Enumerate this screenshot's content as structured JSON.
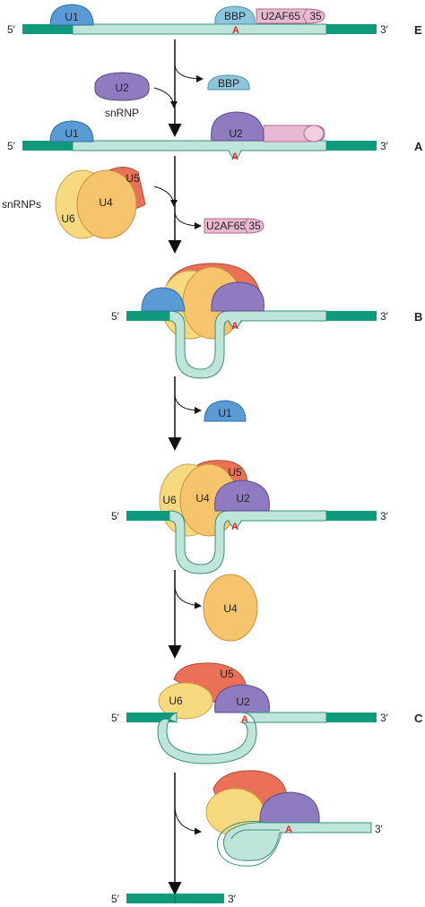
{
  "colors": {
    "exon": "#0e9a7b",
    "intron_fill": "#bfe5da",
    "intron_stroke": "#3a8f7a",
    "u1": "#5b9bd5",
    "bbp": "#8cc6dc",
    "u2": "#8f7bbf",
    "u2af": "#e8b9d0",
    "u4": "#f6c46c",
    "u5": "#ea7157",
    "u6": "#f7d97f",
    "branch": "#e0262b"
  },
  "labels": {
    "five_prime": "5′",
    "three_prime": "3′",
    "branch_point": "A",
    "u1": "U1",
    "u2": "U2",
    "u4": "U4",
    "u5": "U5",
    "u6": "U6",
    "bbp": "BBP",
    "u2af65": "U2AF65",
    "u2af35": "35",
    "snrnp": "snRNP",
    "snrnps": "snRNPs"
  },
  "stages": {
    "e": "E",
    "a": "A",
    "b": "B",
    "c": "C"
  }
}
